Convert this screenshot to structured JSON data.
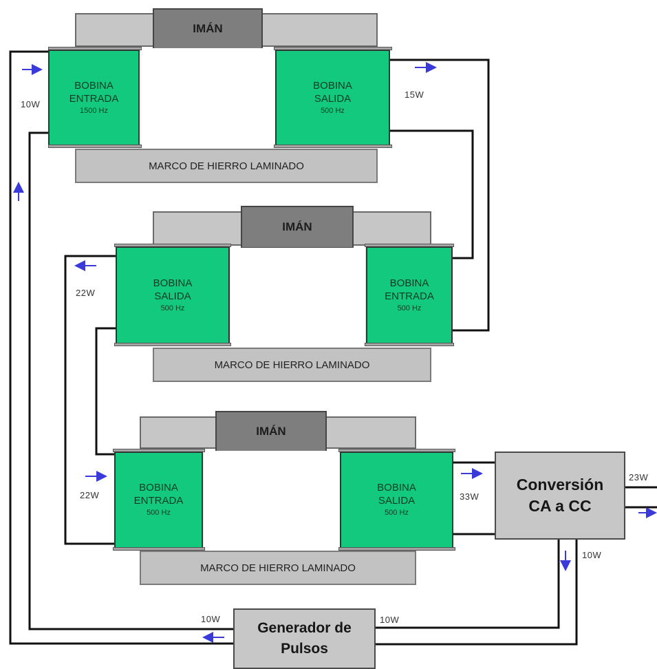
{
  "magnet_label": "IMÁN",
  "frame_label": "MARCO DE HIERRO LAMINADO",
  "coils": {
    "in_1500": {
      "line1": "BOBINA",
      "line2": "ENTRADA",
      "hz": "1500 Hz"
    },
    "out_500": {
      "line1": "BOBINA",
      "line2": "SALIDA",
      "hz": "500 Hz"
    },
    "in_500": {
      "line1": "BOBINA",
      "line2": "ENTRADA",
      "hz": "500 Hz"
    }
  },
  "conversion": {
    "line1": "Conversión",
    "line2": "CA a CC"
  },
  "generator": {
    "line1": "Generador de",
    "line2": "Pulsos"
  },
  "powers": {
    "input_top": "10W",
    "output_top": "15W",
    "middle_left": "22W",
    "bottom_left": "22W",
    "bottom_right": "33W",
    "output_net": "23W",
    "feedback": "10W",
    "gen_left": "10W",
    "gen_right": "10W"
  },
  "colors": {
    "coil": "#12c97d",
    "frame": "#c6c6c6",
    "magnet": "#7e7e7e",
    "wire": "#111111",
    "arrow": "#3a3adb"
  }
}
